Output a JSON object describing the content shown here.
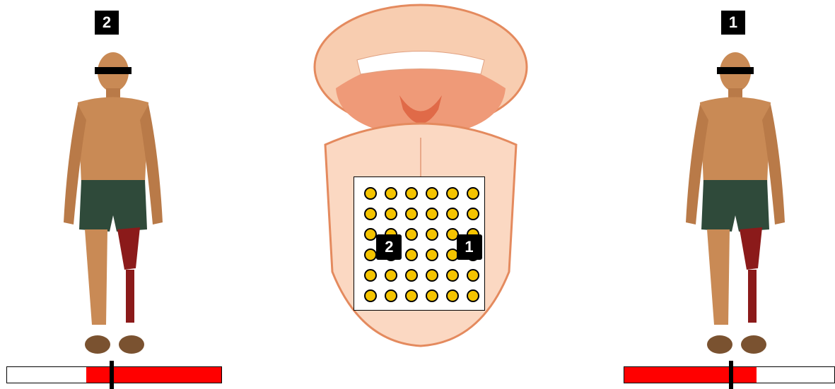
{
  "left_panel": {
    "label": "2",
    "bar_fill_start": 0.37,
    "bar_fill_end": 1.0,
    "marker_position": 0.49
  },
  "right_panel": {
    "label": "1",
    "bar_fill_start": 0.0,
    "bar_fill_end": 0.63,
    "marker_position": 0.51
  },
  "tongue_grid": {
    "rows": 6,
    "cols": 6,
    "labels": [
      {
        "text": "2",
        "row": 2.5,
        "col": 0.6
      },
      {
        "text": "1",
        "row": 2.5,
        "col": 4.5
      }
    ],
    "dot_color": "#f5c400"
  },
  "colors": {
    "bar_fill": "#ff0000",
    "skin": "#c98a55",
    "shorts": "#2f4a3a",
    "prosthesis": "#8b1a1a"
  }
}
